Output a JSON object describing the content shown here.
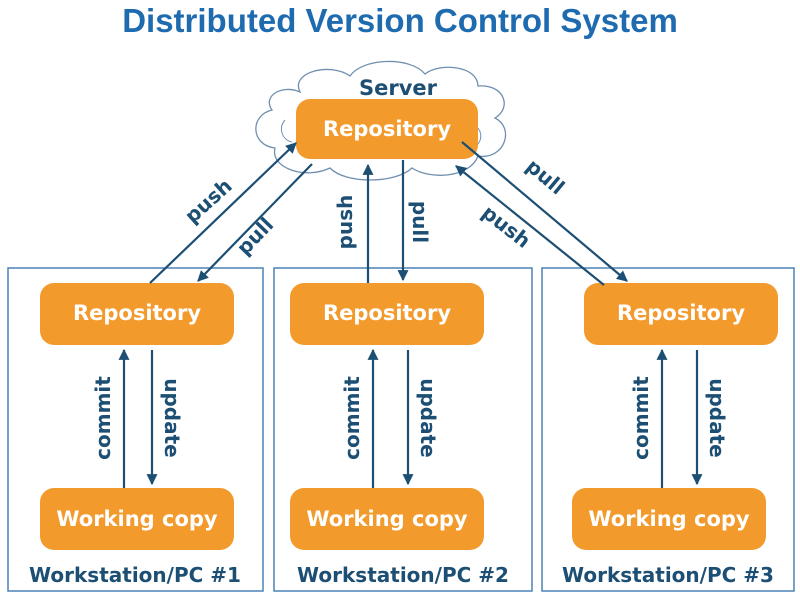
{
  "title": "Distributed Version Control System",
  "server": {
    "label": "Server",
    "repository_label": "Repository"
  },
  "server_links": {
    "push": "push",
    "pull": "pull"
  },
  "workstations": [
    {
      "name": "Workstation/PC #1",
      "repository_label": "Repository",
      "working_copy_label": "Working copy",
      "commit": "commit",
      "update": "update"
    },
    {
      "name": "Workstation/PC #2",
      "repository_label": "Repository",
      "working_copy_label": "Working copy",
      "commit": "commit",
      "update": "update"
    },
    {
      "name": "Workstation/PC #3",
      "repository_label": "Repository",
      "working_copy_label": "Working copy",
      "commit": "commit",
      "update": "update"
    }
  ],
  "colors": {
    "title": "#1f6bb0",
    "box_fill": "#f39a2c",
    "arrow": "#1c4f73",
    "frame": "#4a82b5"
  }
}
